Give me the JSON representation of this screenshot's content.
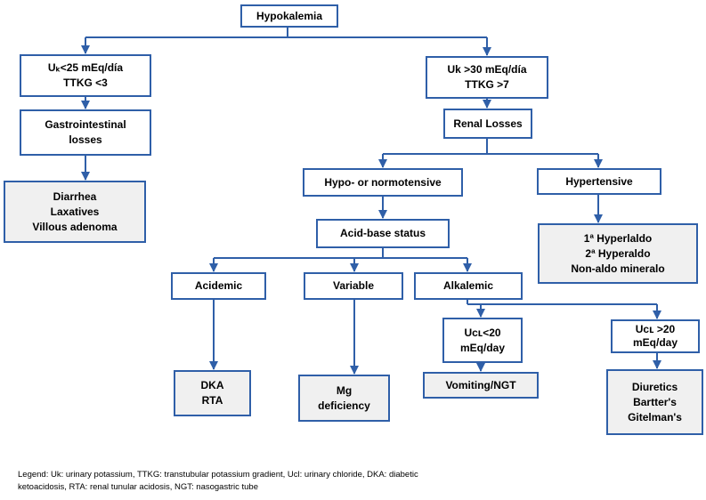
{
  "nodes": {
    "hypokalemia": [
      "Hypokalemia"
    ],
    "uk_low": [
      "Uₖ<25 mEq/día",
      "TTKG <3"
    ],
    "uk_high": [
      "Uk >30 mEq/día",
      "TTKG >7"
    ],
    "gi_losses": [
      "Gastrointestinal",
      "losses"
    ],
    "gi_causes": [
      "Diarrhea",
      "Laxatives",
      "Villous adenoma"
    ],
    "renal_losses": [
      "Renal Losses"
    ],
    "normotensive": [
      "Hypo- or normotensive"
    ],
    "hypertensive": [
      "Hypertensive"
    ],
    "acid_base": [
      "Acid-base status"
    ],
    "hyperaldo": [
      "1ª Hyperlaldo",
      "2ª Hyperaldo",
      "Non-aldo mineralo"
    ],
    "acidemic": [
      "Acidemic"
    ],
    "variable": [
      "Variable"
    ],
    "alkalemic": [
      "Alkalemic"
    ],
    "ucl_low": [
      "Uᴄʟ<20",
      "mEq/day"
    ],
    "ucl_high": [
      "Uᴄʟ >20",
      "mEq/day"
    ],
    "dka_rta": [
      "DKA",
      "RTA"
    ],
    "mg_deficiency": [
      "Mg",
      "deficiency"
    ],
    "vomiting": [
      "Vomiting/NGT"
    ],
    "diuretics": [
      "Diuretics",
      "Bartter's",
      "Gitelman's"
    ]
  },
  "legend": [
    "Legend: Uk: urinary potassium, TTKG: transtubular potassium  gradient, Ucl: urinary chloride, DKA: diabetic",
    "ketoacidosis, RTA: renal tunular acidosis, NGT: nasogastric tube"
  ],
  "colors": {
    "box_border": "#2f5fa8",
    "connector": "#2f5fa8",
    "leaf_fill": "#f0f0f0"
  }
}
